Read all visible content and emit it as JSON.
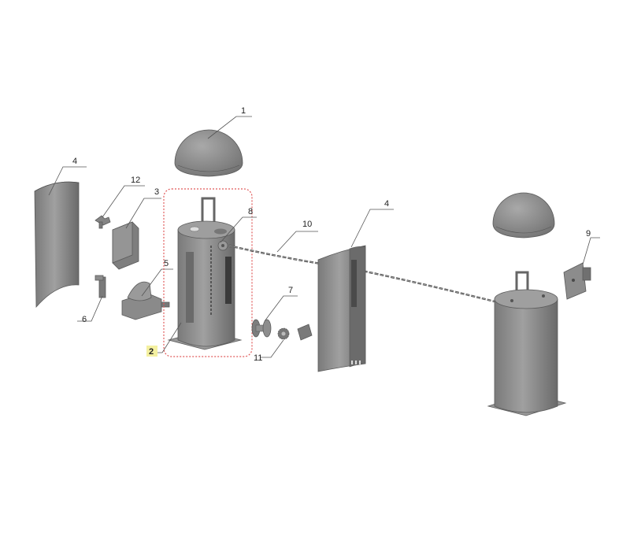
{
  "diagram": {
    "labels": {
      "l1": "1",
      "l2": "2",
      "l3": "3",
      "l4a": "4",
      "l4b": "4",
      "l5": "5",
      "l6": "6",
      "l7": "7",
      "l8": "8",
      "l9": "9",
      "l10": "10",
      "l11": "11",
      "l12": "12"
    },
    "colors": {
      "part_fill": "#8c8c8c",
      "part_dark": "#6e6e6e",
      "part_light": "#a8a8a8",
      "highlight_box": "#e05a5a",
      "label_highlight": "#f4f0a0"
    }
  }
}
